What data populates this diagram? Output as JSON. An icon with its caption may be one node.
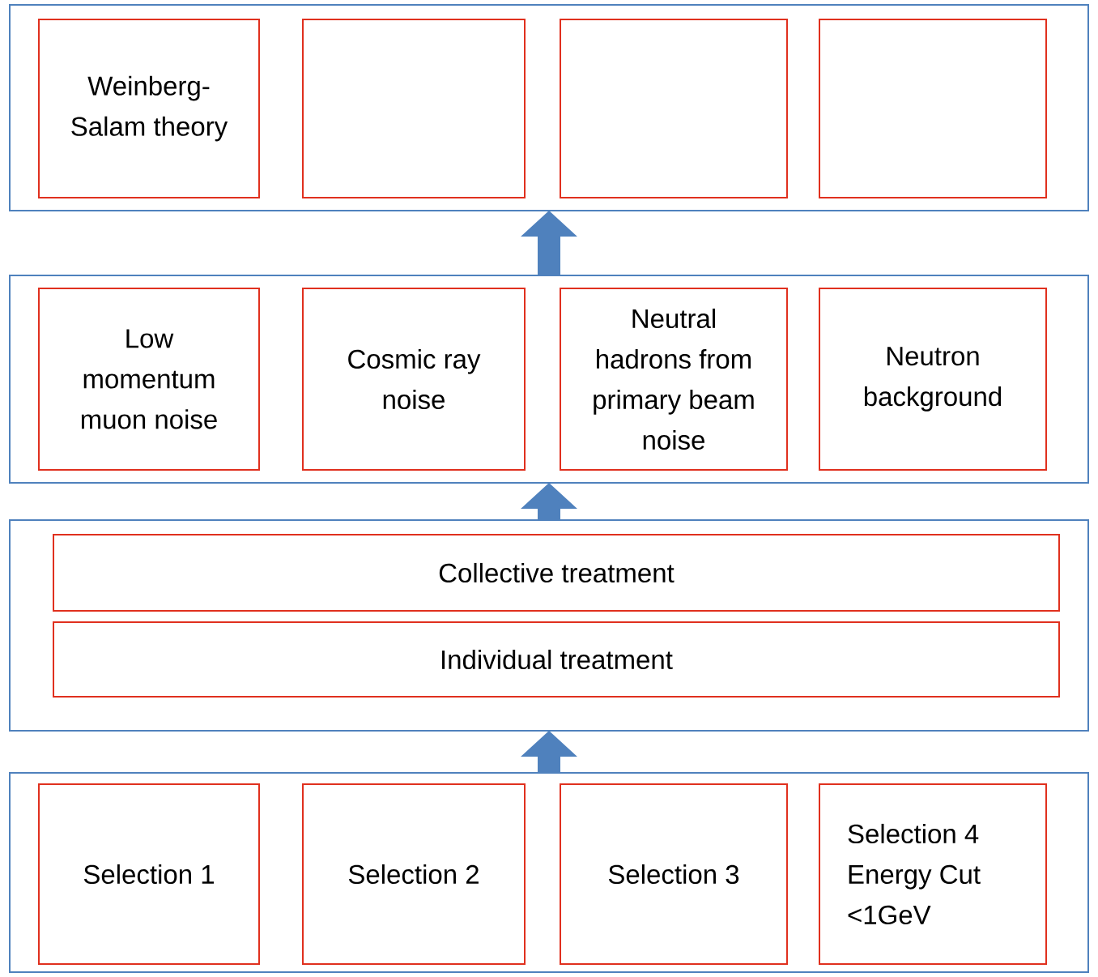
{
  "diagram": {
    "nodes": [
      {
        "text": [],
        "shape": "box"
      },
      {
        "text": [
          "Weinberg-Salam theory"
        ],
        "in": 0
      },
      {
        "text": [],
        "shape": "box",
        "in": 0
      },
      {
        "text": [],
        "shape": "box",
        "in": 0
      },
      {
        "text": [],
        "shape": "box",
        "in": 0
      },
      {
        "text": [],
        "shape": "box"
      },
      {
        "text": [
          "Low momentum muon noise"
        ],
        "in": 5
      },
      {
        "text": [
          "Cosmic ray noise"
        ],
        "in": 5
      },
      {
        "text": [
          "Neutral hadrons from primary beam noise"
        ],
        "in": 5
      },
      {
        "text": [
          "Neutron background"
        ],
        "in": 5
      },
      {
        "text": [],
        "shape": "box"
      },
      {
        "text": [
          "Collective treatment"
        ],
        "in": 10
      },
      {
        "text": [
          "Individual treatment"
        ],
        "in": 10
      },
      {
        "text": [],
        "shape": "box"
      },
      {
        "text": [
          "Selection 1"
        ],
        "in": 13
      },
      {
        "text": [
          "Selection 2"
        ],
        "in": 13
      },
      {
        "text": [
          "Selection 3"
        ],
        "in": 13
      },
      {
        "text": [
          "Selection 4 Energy Cut <1GeV"
        ],
        "in": 13
      }
    ],
    "edges": [
      {
        "from": 13,
        "to": 10,
        "arrow": "to"
      },
      {
        "from": 10,
        "to": 5,
        "arrow": "to"
      },
      {
        "from": 5,
        "to": 0,
        "arrow": "to"
      }
    ]
  }
}
